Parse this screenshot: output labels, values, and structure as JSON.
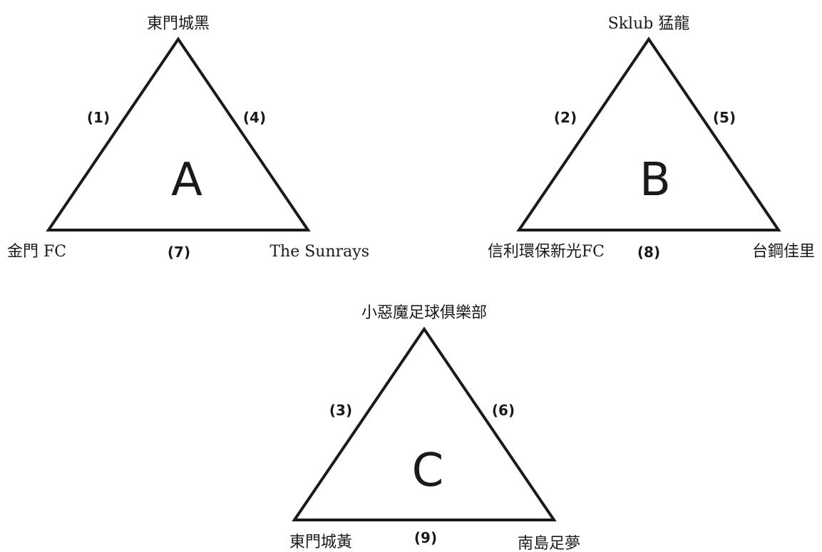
{
  "groups": [
    {
      "label": "A",
      "teams": {
        "top": "東門城黑",
        "left": "金門 FC",
        "right": "The Sunrays"
      },
      "matches": {
        "left_edge": "(1)",
        "right_edge": "(4)",
        "bottom_edge": "(7)"
      }
    },
    {
      "label": "B",
      "teams": {
        "top": "Sklub 猛龍",
        "left": "信利環保新光FC",
        "right": "台鋼佳里"
      },
      "matches": {
        "left_edge": "(2)",
        "right_edge": "(5)",
        "bottom_edge": "(8)"
      }
    },
    {
      "label": "C",
      "teams": {
        "top": "小惡魔足球俱樂部",
        "left": "東門城黃",
        "right": "南島足夢"
      },
      "matches": {
        "left_edge": "(3)",
        "right_edge": "(6)",
        "bottom_edge": "(9)"
      }
    }
  ]
}
